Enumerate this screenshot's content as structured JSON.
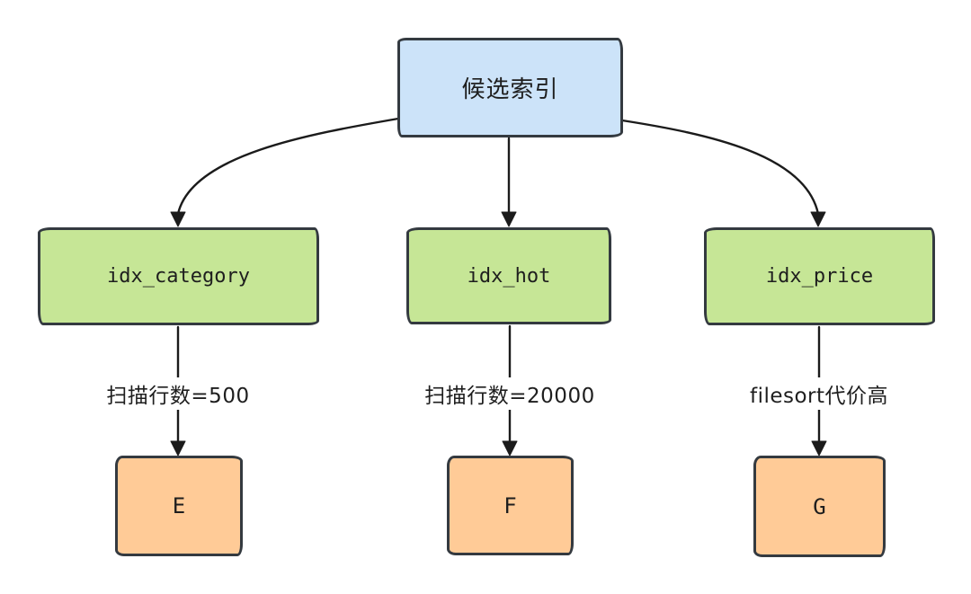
{
  "colors": {
    "canvas_bg": "#ffffff",
    "stroke": "#343a40",
    "arrow": "#1b1b1b",
    "root_fill": "#cce3f9",
    "index_fill": "#c6e696",
    "result_fill": "#ffcb97",
    "text": "#1e1e1e"
  },
  "root": {
    "label": "候选索引"
  },
  "branches": [
    {
      "index_name": "idx_category",
      "edge_label": "扫描行数=500",
      "result": "E"
    },
    {
      "index_name": "idx_hot",
      "edge_label": "扫描行数=20000",
      "result": "F"
    },
    {
      "index_name": "idx_price",
      "edge_label": "filesort代价高",
      "result": "G"
    }
  ]
}
